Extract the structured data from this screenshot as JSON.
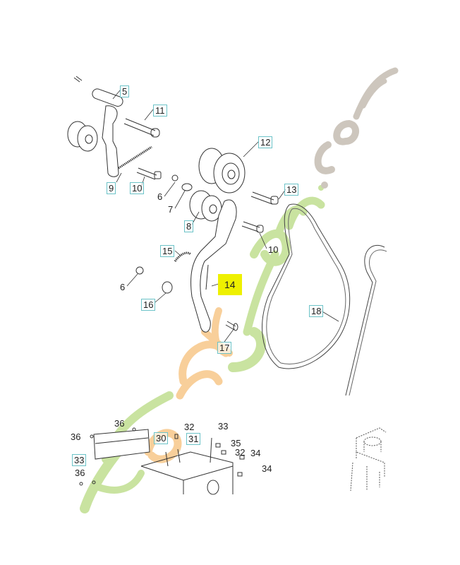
{
  "diagram": {
    "type": "exploded-parts-diagram",
    "subject": "belt tensioner / idler pulley assembly",
    "watermark": {
      "text_parts": [
        "Forêt",
        "jardin",
        ".com"
      ],
      "colors": {
        "green": "#c9e3a0",
        "orange": "#f8cf9a",
        "grey": "#cdc6bd"
      }
    },
    "callout_border_color": "#6cc3c8",
    "highlight_color": "#eef000",
    "callouts": [
      {
        "id": "c5",
        "label": "5",
        "boxed": true
      },
      {
        "id": "c11",
        "label": "11",
        "boxed": true
      },
      {
        "id": "c9",
        "label": "9",
        "boxed": true
      },
      {
        "id": "c10a",
        "label": "10",
        "boxed": true
      },
      {
        "id": "c6a",
        "label": "6",
        "boxed": false
      },
      {
        "id": "c7",
        "label": "7",
        "boxed": false
      },
      {
        "id": "c8",
        "label": "8",
        "boxed": true
      },
      {
        "id": "c12",
        "label": "12",
        "boxed": true
      },
      {
        "id": "c13",
        "label": "13",
        "boxed": true
      },
      {
        "id": "c10b",
        "label": "10",
        "boxed": false
      },
      {
        "id": "c15",
        "label": "15",
        "boxed": true
      },
      {
        "id": "c6b",
        "label": "6",
        "boxed": false
      },
      {
        "id": "c16",
        "label": "16",
        "boxed": true
      },
      {
        "id": "c14",
        "label": "14",
        "highlighted": true
      },
      {
        "id": "c17",
        "label": "17",
        "boxed": true
      },
      {
        "id": "c18",
        "label": "18",
        "boxed": true
      },
      {
        "id": "c36a",
        "label": "36",
        "boxed": false
      },
      {
        "id": "c36b",
        "label": "36",
        "boxed": false
      },
      {
        "id": "c30",
        "label": "30",
        "boxed": true
      },
      {
        "id": "c32a",
        "label": "32",
        "boxed": false
      },
      {
        "id": "c31",
        "label": "31",
        "boxed": true
      },
      {
        "id": "c33a",
        "label": "33",
        "boxed": false
      },
      {
        "id": "c33b",
        "label": "33",
        "boxed": true
      },
      {
        "id": "c35",
        "label": "35",
        "boxed": false
      },
      {
        "id": "c32b",
        "label": "32",
        "boxed": false
      },
      {
        "id": "c34a",
        "label": "34",
        "boxed": false
      },
      {
        "id": "c36c",
        "label": "36",
        "boxed": false
      },
      {
        "id": "c34b",
        "label": "34",
        "boxed": false
      }
    ]
  }
}
